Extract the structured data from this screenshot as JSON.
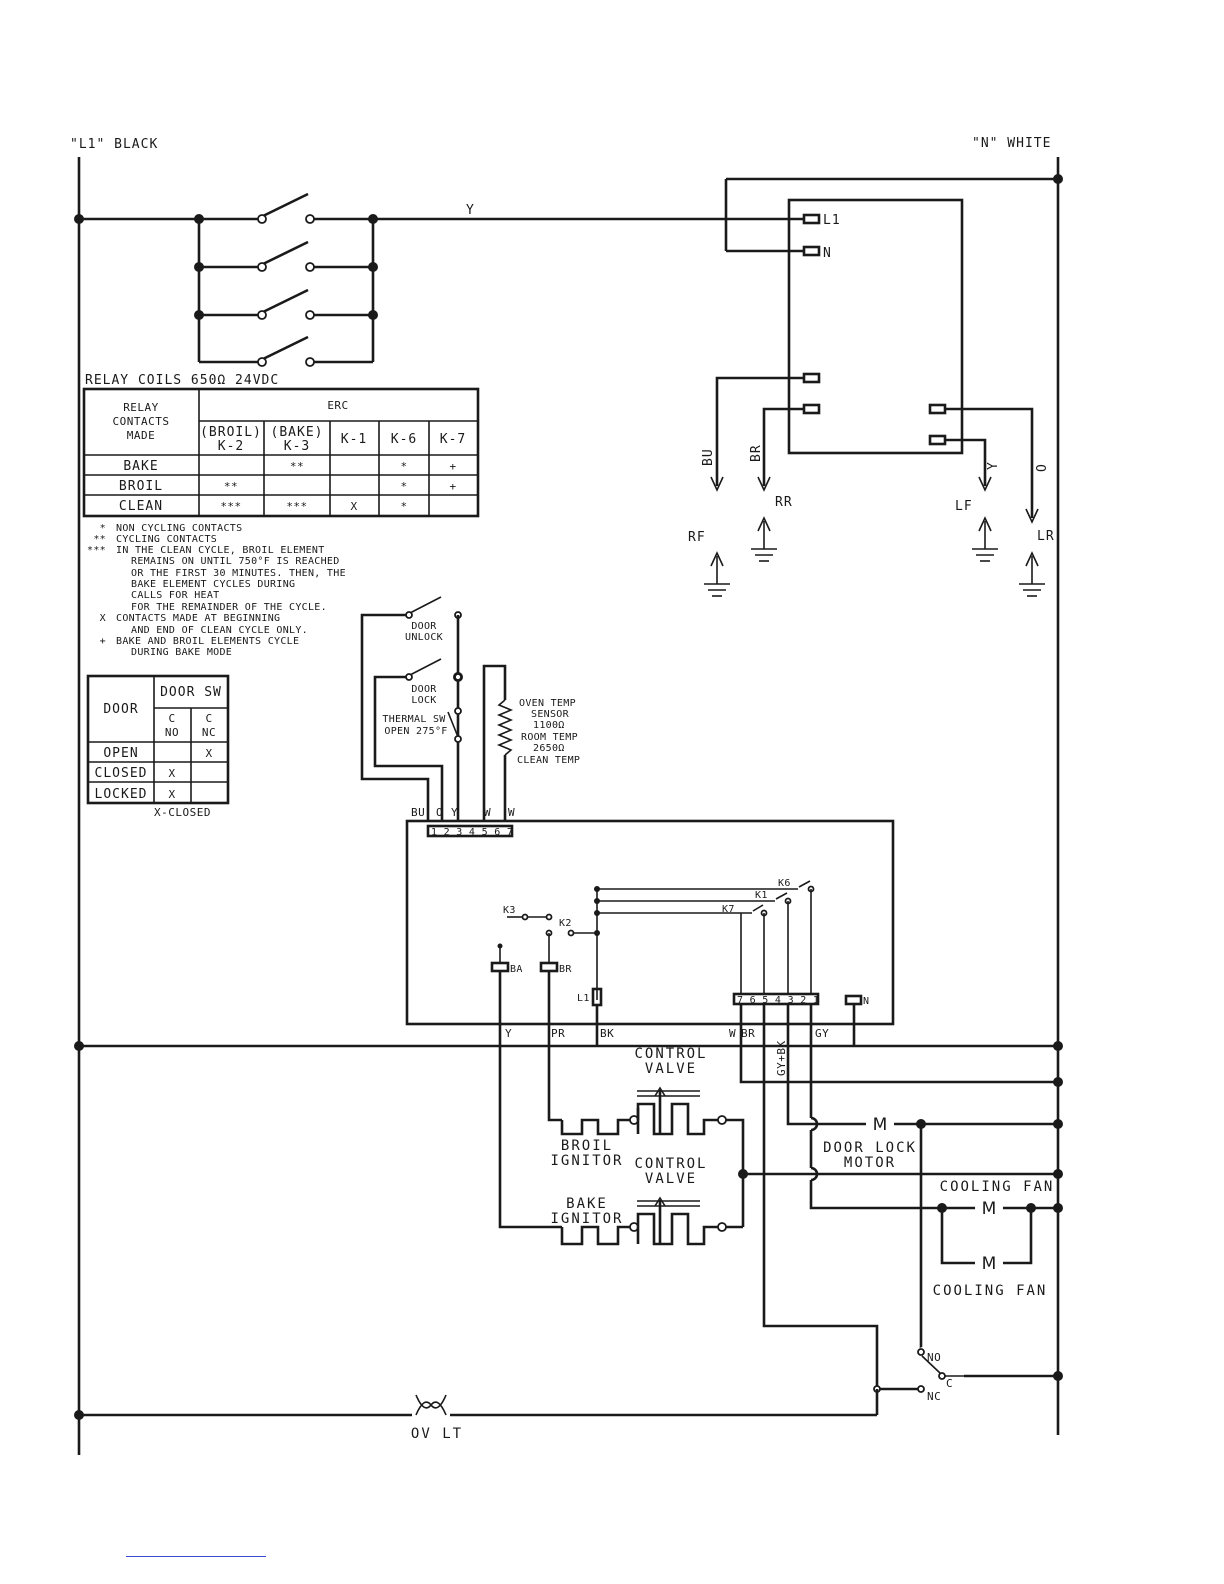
{
  "rails": {
    "l1": "\"L1\" BLACK",
    "n": "\"N\" WHITE"
  },
  "wire_colors": {
    "top_y": "Y",
    "bu": "BU",
    "br": "BR",
    "y": "Y",
    "o": "O"
  },
  "clock": {
    "l1": "L1",
    "n": "N"
  },
  "ground_labels": {
    "rf": "RF",
    "rr": "RR",
    "lf": "LF",
    "lr": "LR"
  },
  "relay_coils": "RELAY COILS 650Ω 24VDC",
  "relay_table": {
    "corner": [
      "RELAY",
      "CONTACTS",
      "MADE"
    ],
    "group": "ERC",
    "columns": [
      [
        "(BROIL)",
        "K-2"
      ],
      [
        "(BAKE)",
        "K-3"
      ],
      [
        "K-1"
      ],
      [
        "K-6"
      ],
      [
        "K-7"
      ]
    ],
    "rows": [
      {
        "label": "BAKE",
        "cells": [
          "",
          "**",
          "",
          "*",
          "+"
        ]
      },
      {
        "label": "BROIL",
        "cells": [
          "**",
          "",
          "",
          "*",
          "+"
        ]
      },
      {
        "label": "CLEAN",
        "cells": [
          "***",
          "***",
          "X",
          "*",
          ""
        ]
      }
    ]
  },
  "legend": [
    {
      "sym": "*",
      "text": "NON CYCLING CONTACTS"
    },
    {
      "sym": "**",
      "text": "CYCLING CONTACTS"
    },
    {
      "sym": "***",
      "text": "IN THE CLEAN CYCLE, BROIL ELEMENT"
    },
    {
      "sym": "",
      "text": "REMAINS ON UNTIL 750°F IS REACHED"
    },
    {
      "sym": "",
      "text": "OR THE FIRST 30 MINUTES. THEN, THE"
    },
    {
      "sym": "",
      "text": "BAKE ELEMENT CYCLES DURING"
    },
    {
      "sym": "",
      "text": "CALLS FOR HEAT"
    },
    {
      "sym": "",
      "text": "FOR THE REMAINDER OF THE CYCLE."
    },
    {
      "sym": "X",
      "text": "CONTACTS MADE AT BEGINNING"
    },
    {
      "sym": "",
      "text": "AND END OF CLEAN CYCLE ONLY."
    },
    {
      "sym": "+",
      "text": "BAKE AND BROIL ELEMENTS CYCLE"
    },
    {
      "sym": "",
      "text": "DURING BAKE MODE"
    }
  ],
  "door_table": {
    "door": "DOOR",
    "door_sw": "DOOR SW",
    "c_no": [
      "C",
      "NO"
    ],
    "c_nc": [
      "C",
      "NC"
    ],
    "rows": [
      {
        "label": "OPEN",
        "no": "",
        "nc": "X"
      },
      {
        "label": "CLOSED",
        "no": "X",
        "nc": ""
      },
      {
        "label": "LOCKED",
        "no": "X",
        "nc": ""
      }
    ],
    "note": "X-CLOSED"
  },
  "door_switches": {
    "unlock": [
      "DOOR",
      "UNLOCK"
    ],
    "lock": [
      "DOOR",
      "LOCK"
    ],
    "thermal": [
      "THERMAL SW",
      "OPEN 275°F"
    ]
  },
  "oven_sensor": [
    "OVEN TEMP",
    "SENSOR",
    "1100Ω",
    "ROOM TEMP",
    "2650Ω",
    "CLEAN TEMP"
  ],
  "erc_top": {
    "wires": [
      "BU",
      "O",
      "Y",
      "W",
      "W"
    ],
    "pins": "1 2 3 4 5 6 7"
  },
  "erc_relays": {
    "k1": "K1",
    "k2": "K2",
    "k3": "K3",
    "k6": "K6",
    "k7": "K7"
  },
  "erc_terms": {
    "ba": "BA",
    "br": "BR",
    "l1": "L1",
    "n": "N",
    "pins": "7 6 5 4 3 2 1"
  },
  "erc_bottom_wires": {
    "y": "Y",
    "pr": "PR",
    "bk": "BK",
    "w": "W",
    "br": "BR",
    "gybk": "GY+BK",
    "gy": "GY"
  },
  "components": {
    "control_valve": [
      "CONTROL",
      "VALVE"
    ],
    "broil_ignitor": [
      "BROIL",
      "IGNITOR"
    ],
    "bake_ignitor": [
      "BAKE",
      "IGNITOR"
    ],
    "door_lock_motor": [
      "DOOR LOCK",
      "MOTOR"
    ],
    "cooling_fan": "COOLING FAN",
    "motor_symbol": "M",
    "oven_light": "OV LT",
    "door_switch_terms": {
      "no": "NO",
      "c": "C",
      "nc": "NC"
    }
  }
}
